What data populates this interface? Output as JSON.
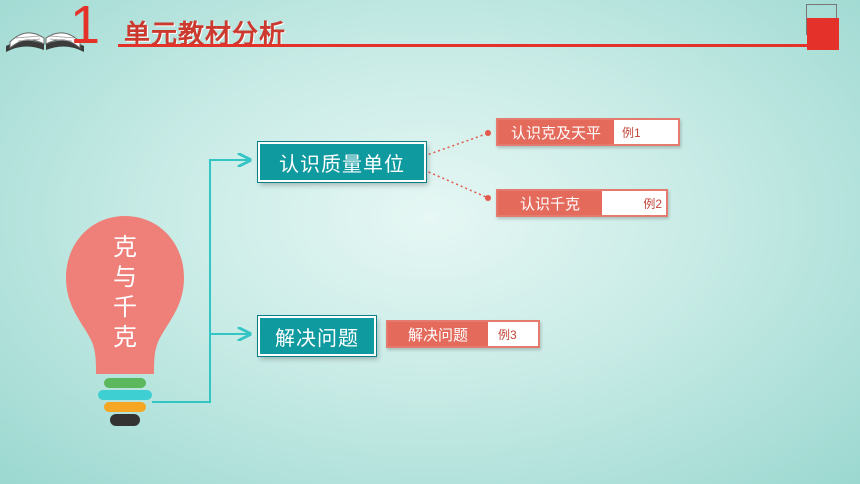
{
  "header": {
    "section_number": "1",
    "title": "单元教材分析"
  },
  "bulb": {
    "chars": [
      "克",
      "与",
      "千",
      "克"
    ]
  },
  "branches": {
    "mass_units": {
      "label": "认识质量单位",
      "items": [
        {
          "label": "认识克及天平",
          "example": "例1"
        },
        {
          "label": "认识千克",
          "example": "例2"
        }
      ]
    },
    "problem_solving": {
      "label": "解决问题",
      "items": [
        {
          "label": "解决问题",
          "example": "例3"
        }
      ]
    }
  },
  "colors": {
    "accent_red": "#e4312a",
    "teal": "#0f9aa0",
    "coral": "#e46a5c",
    "bulb": "#ee8079"
  }
}
